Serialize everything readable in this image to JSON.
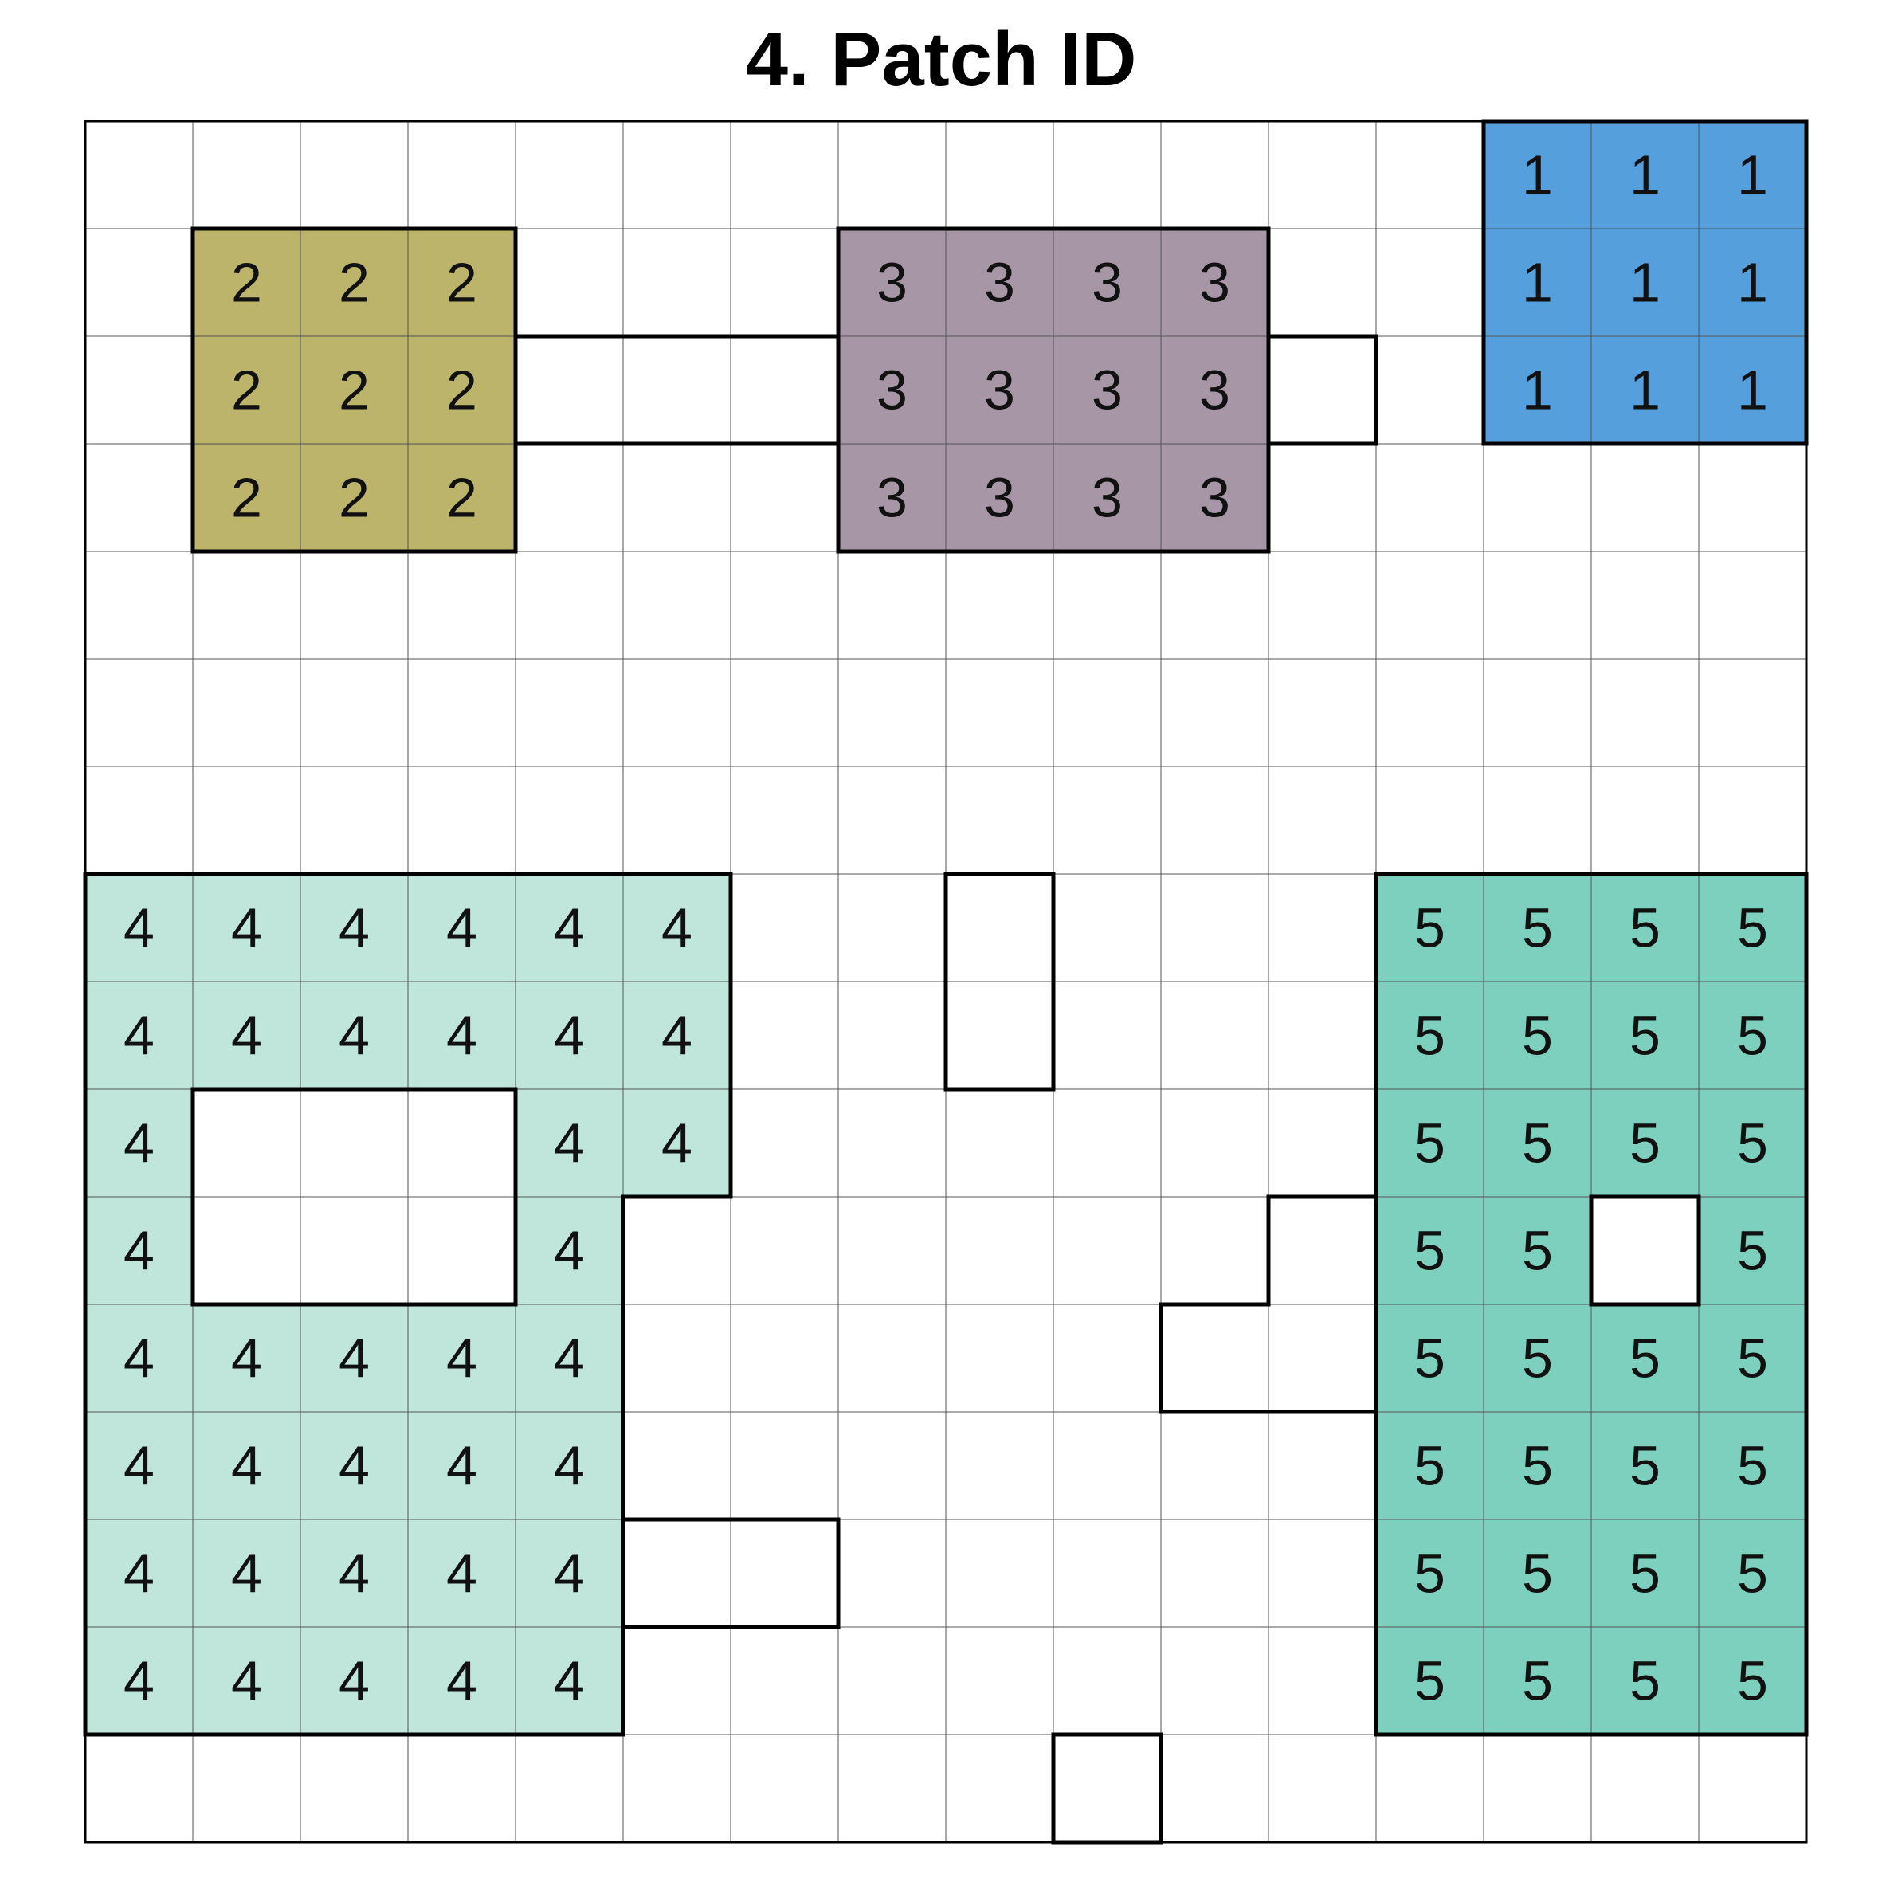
{
  "title": "4. Patch ID",
  "grid": {
    "rows": 16,
    "cols": 16,
    "patch_colors": {
      "1": "#55a0dc",
      "2": "#bdb46b",
      "3": "#a696a6",
      "4": "#c0e6dc",
      "5": "#7dd0be"
    },
    "cells": [
      "0000000000000111",
      "0222000333300111",
      "0222000333300111",
      "0222000333300000",
      "0000000000000000",
      "0000000000000000",
      "0000000000000000",
      "4444440000005555",
      "4444440000005555",
      "4000440000005555",
      "4000400000005505",
      "4444400000005555",
      "4444400000005555",
      "4444400000005555",
      "4444400000005555",
      "0000000000000000"
    ],
    "extra_outlines": [
      {
        "label": "blank-cell-outline",
        "cells": [
          [
            2,
            4
          ],
          [
            2,
            5
          ],
          [
            2,
            6
          ]
        ]
      },
      {
        "label": "blank-cell-outline",
        "cells": [
          [
            2,
            11
          ]
        ]
      },
      {
        "label": "blank-cell-outline",
        "cells": [
          [
            7,
            8
          ],
          [
            8,
            8
          ]
        ]
      },
      {
        "label": "blank-cell-outline",
        "cells": [
          [
            10,
            11
          ],
          [
            11,
            10
          ],
          [
            11,
            11
          ]
        ]
      },
      {
        "label": "blank-cell-outline",
        "cells": [
          [
            13,
            5
          ],
          [
            13,
            6
          ]
        ]
      },
      {
        "label": "blank-cell-outline",
        "cells": [
          [
            15,
            9
          ]
        ]
      }
    ]
  }
}
